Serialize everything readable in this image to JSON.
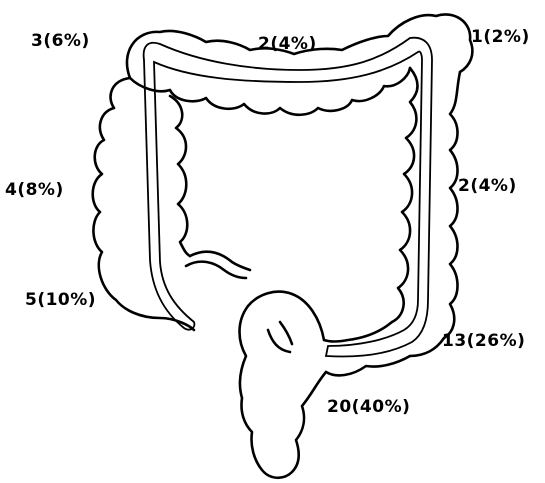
{
  "segments": {
    "cecum": {
      "label": "5(10%)"
    },
    "ascending": {
      "label": "4(8%)"
    },
    "hepatic": {
      "label": "3(6%)"
    },
    "transverse": {
      "label": "2(4%)"
    },
    "splenic": {
      "label": "1(2%)"
    },
    "descending": {
      "label": "2(4%)"
    },
    "sigmoid": {
      "label": "13(26%)"
    },
    "rectum": {
      "label": "20(40%)"
    }
  },
  "colors": {
    "ink": "#000000",
    "paper": "#ffffff"
  }
}
